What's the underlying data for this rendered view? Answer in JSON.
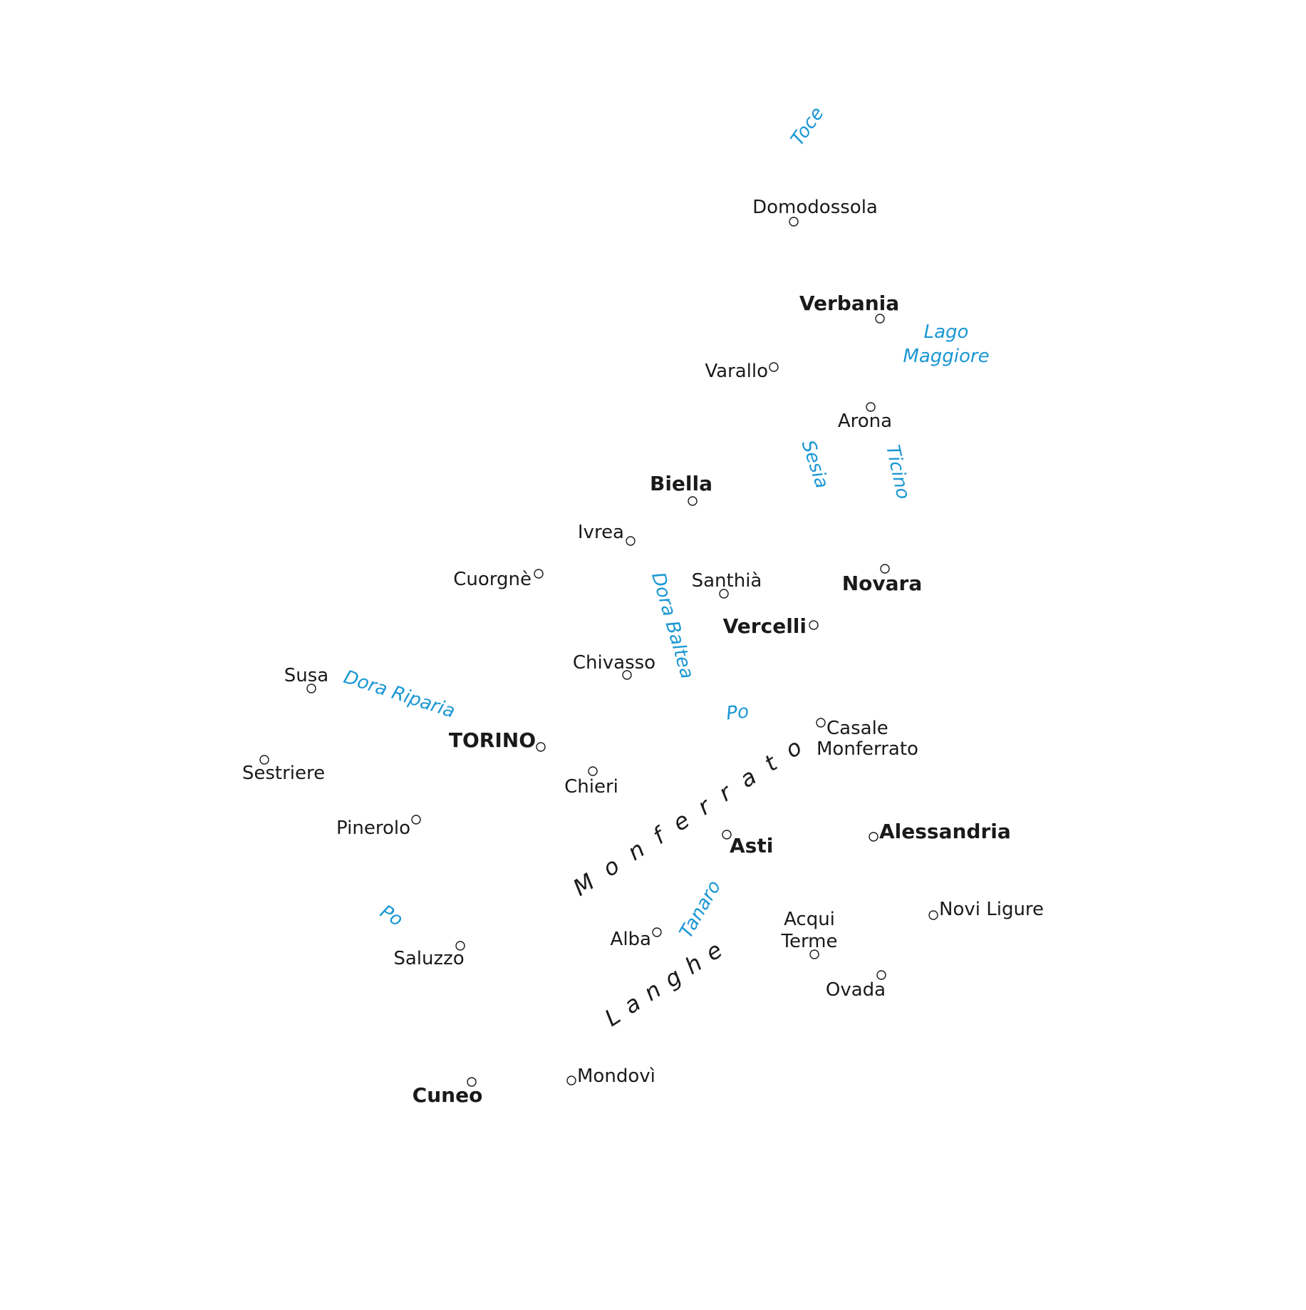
{
  "colors": {
    "background": "#ffffff",
    "text": "#1a1a1a",
    "water": "#1a97d4"
  },
  "towns": [
    {
      "key": "domodossola",
      "label": "Domodossola",
      "major": false
    },
    {
      "key": "verbania",
      "label": "Verbania",
      "major": true
    },
    {
      "key": "varallo",
      "label": "Varallo",
      "major": false
    },
    {
      "key": "arona",
      "label": "Arona",
      "major": false
    },
    {
      "key": "biella",
      "label": "Biella",
      "major": true
    },
    {
      "key": "ivrea",
      "label": "Ivrea",
      "major": false
    },
    {
      "key": "cuorgne",
      "label": "Cuorgnè",
      "major": false
    },
    {
      "key": "santhia",
      "label": "Santhià",
      "major": false
    },
    {
      "key": "novara",
      "label": "Novara",
      "major": true
    },
    {
      "key": "vercelli",
      "label": "Vercelli",
      "major": true
    },
    {
      "key": "chivasso",
      "label": "Chivasso",
      "major": false
    },
    {
      "key": "susa",
      "label": "Susa",
      "major": false
    },
    {
      "key": "torino",
      "label": "TORINO",
      "major": true
    },
    {
      "key": "casale",
      "label": [
        "Casale",
        "Monferrato"
      ],
      "major": false
    },
    {
      "key": "sestriere",
      "label": "Sestriere",
      "major": false
    },
    {
      "key": "chieri",
      "label": "Chieri",
      "major": false
    },
    {
      "key": "pinerolo",
      "label": "Pinerolo",
      "major": false
    },
    {
      "key": "asti",
      "label": "Asti",
      "major": true
    },
    {
      "key": "alessandria",
      "label": "Alessandria",
      "major": true
    },
    {
      "key": "novi",
      "label": "Novi Ligure",
      "major": false
    },
    {
      "key": "acqui",
      "label": [
        "Acqui",
        "Terme"
      ],
      "major": false
    },
    {
      "key": "alba",
      "label": "Alba",
      "major": false
    },
    {
      "key": "saluzzo",
      "label": "Saluzzo",
      "major": false
    },
    {
      "key": "ovada",
      "label": "Ovada",
      "major": false
    },
    {
      "key": "mondovi",
      "label": "Mondovì",
      "major": false
    },
    {
      "key": "cuneo",
      "label": "Cuneo",
      "major": true
    }
  ],
  "water": [
    {
      "key": "toce",
      "label": "Toce"
    },
    {
      "key": "lago",
      "label": [
        "Lago",
        "Maggiore"
      ]
    },
    {
      "key": "sesia",
      "label": "Sesia"
    },
    {
      "key": "ticino",
      "label": "Ticino"
    },
    {
      "key": "dora-baltea",
      "label": "Dora Baltea"
    },
    {
      "key": "dora-riparia",
      "label": "Dora Riparia"
    },
    {
      "key": "po-north",
      "label": "Po"
    },
    {
      "key": "po-south",
      "label": "Po"
    },
    {
      "key": "tanaro",
      "label": "Tanaro"
    }
  ],
  "regions": [
    {
      "key": "monferrato",
      "label": "Monferrato"
    },
    {
      "key": "langhe",
      "label": "Langhe"
    }
  ]
}
